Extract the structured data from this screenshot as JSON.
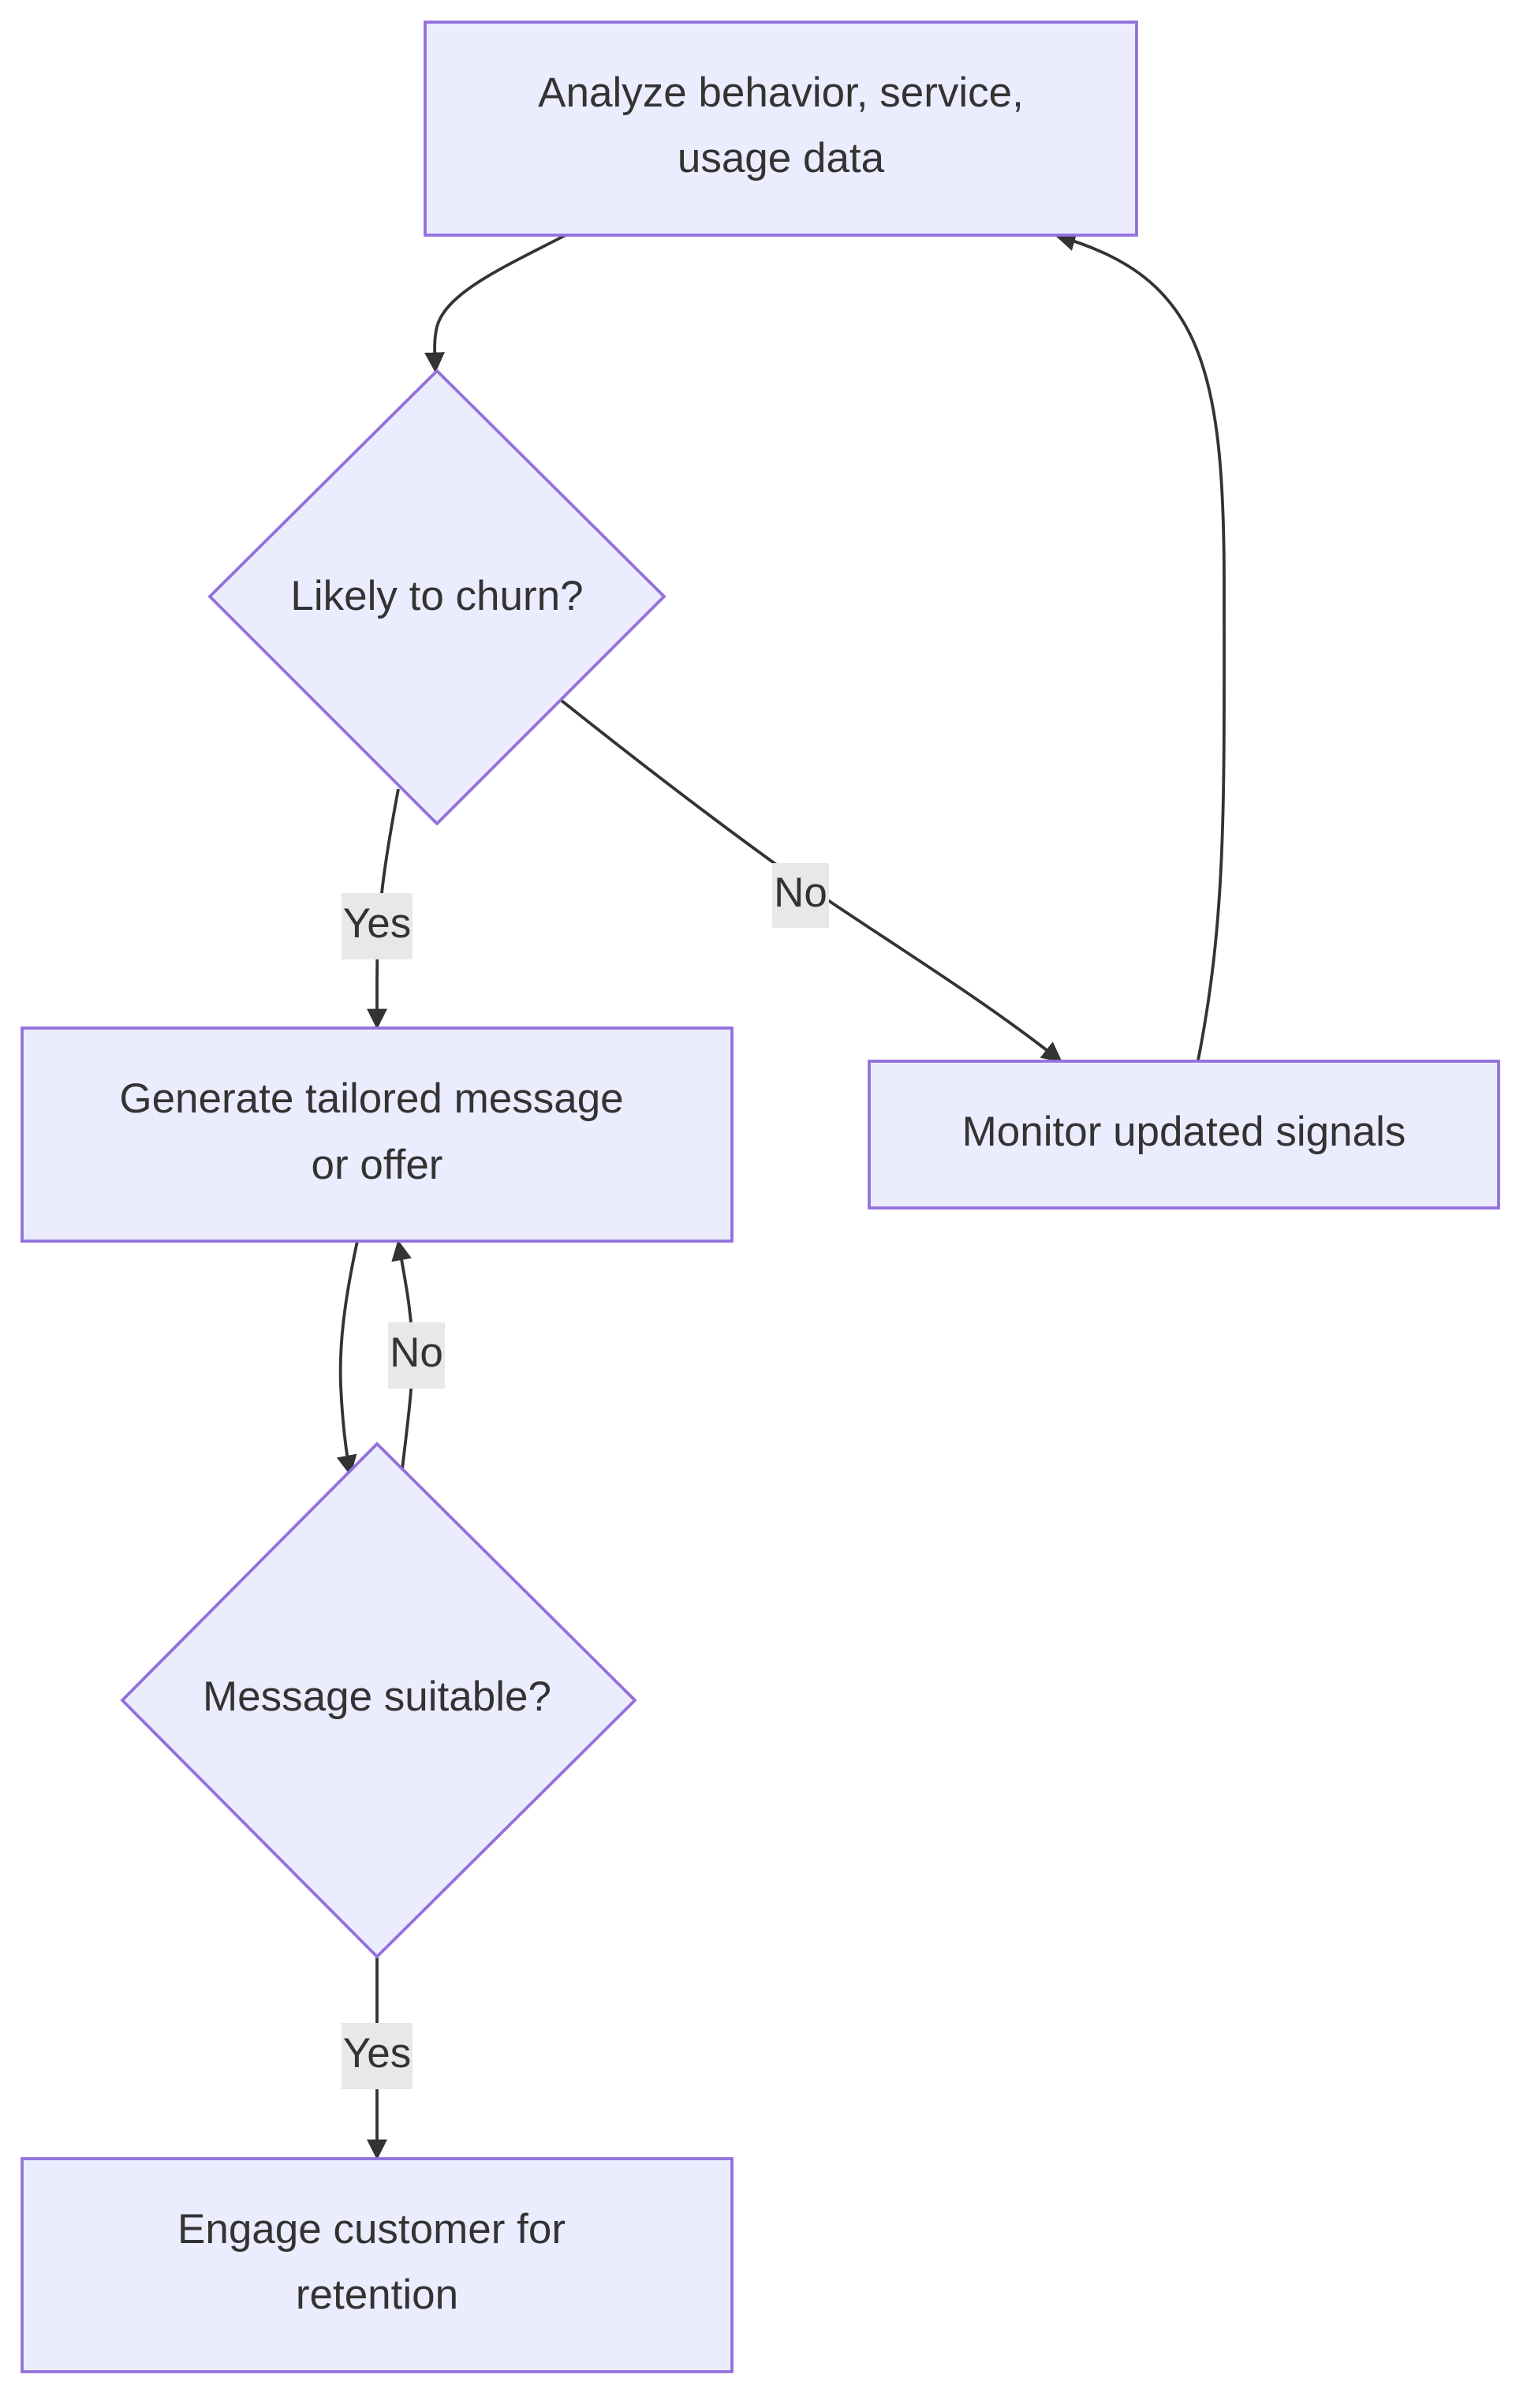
{
  "diagram": {
    "type": "flowchart",
    "colors": {
      "node_fill": "#ECECFF",
      "node_stroke": "#9370DB",
      "edge": "#333333",
      "edge_label_bg": "#E8E8E8",
      "text": "#333333"
    },
    "nodes": {
      "analyze": {
        "shape": "rectangle",
        "line1": "Analyze behavior, service,",
        "line2": "usage data"
      },
      "churn": {
        "shape": "diamond",
        "label": "Likely to churn?"
      },
      "generate": {
        "shape": "rectangle",
        "line1": "Generate tailored message",
        "line2": "or offer"
      },
      "monitor": {
        "shape": "rectangle",
        "label": "Monitor updated signals"
      },
      "suitable": {
        "shape": "diamond",
        "label": "Message suitable?"
      },
      "engage": {
        "shape": "rectangle",
        "line1": "Engage customer for",
        "line2": "retention"
      }
    },
    "edges": {
      "analyze_to_churn": {
        "from": "analyze",
        "to": "churn",
        "label": ""
      },
      "churn_yes": {
        "from": "churn",
        "to": "generate",
        "label": "Yes"
      },
      "churn_no": {
        "from": "churn",
        "to": "monitor",
        "label": "No"
      },
      "monitor_to_analyze": {
        "from": "monitor",
        "to": "analyze",
        "label": ""
      },
      "generate_to_suitable": {
        "from": "generate",
        "to": "suitable",
        "label": ""
      },
      "suitable_no": {
        "from": "suitable",
        "to": "generate",
        "label": "No"
      },
      "suitable_yes": {
        "from": "suitable",
        "to": "engage",
        "label": "Yes"
      }
    }
  }
}
